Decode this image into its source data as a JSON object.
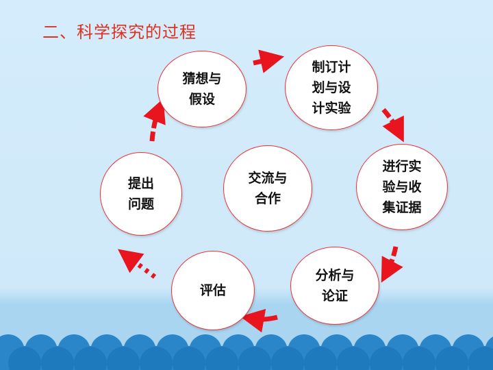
{
  "title": "二、科学探究的过程",
  "nodes": {
    "guess": "猜想与\n假设",
    "plan": "制订计\n划与设\n计实验",
    "experiment": "进行实\n验与收\n集证据",
    "analyze": "分析与\n论证",
    "evaluate": "评估",
    "question": "提出\n问题",
    "exchange": "交流与\n合作"
  },
  "colors": {
    "accent": "#e0301e",
    "arrow": "#e8141e",
    "node_border": "#e9343a",
    "wave": "#2a86c9",
    "background": "#d4ecfb"
  }
}
